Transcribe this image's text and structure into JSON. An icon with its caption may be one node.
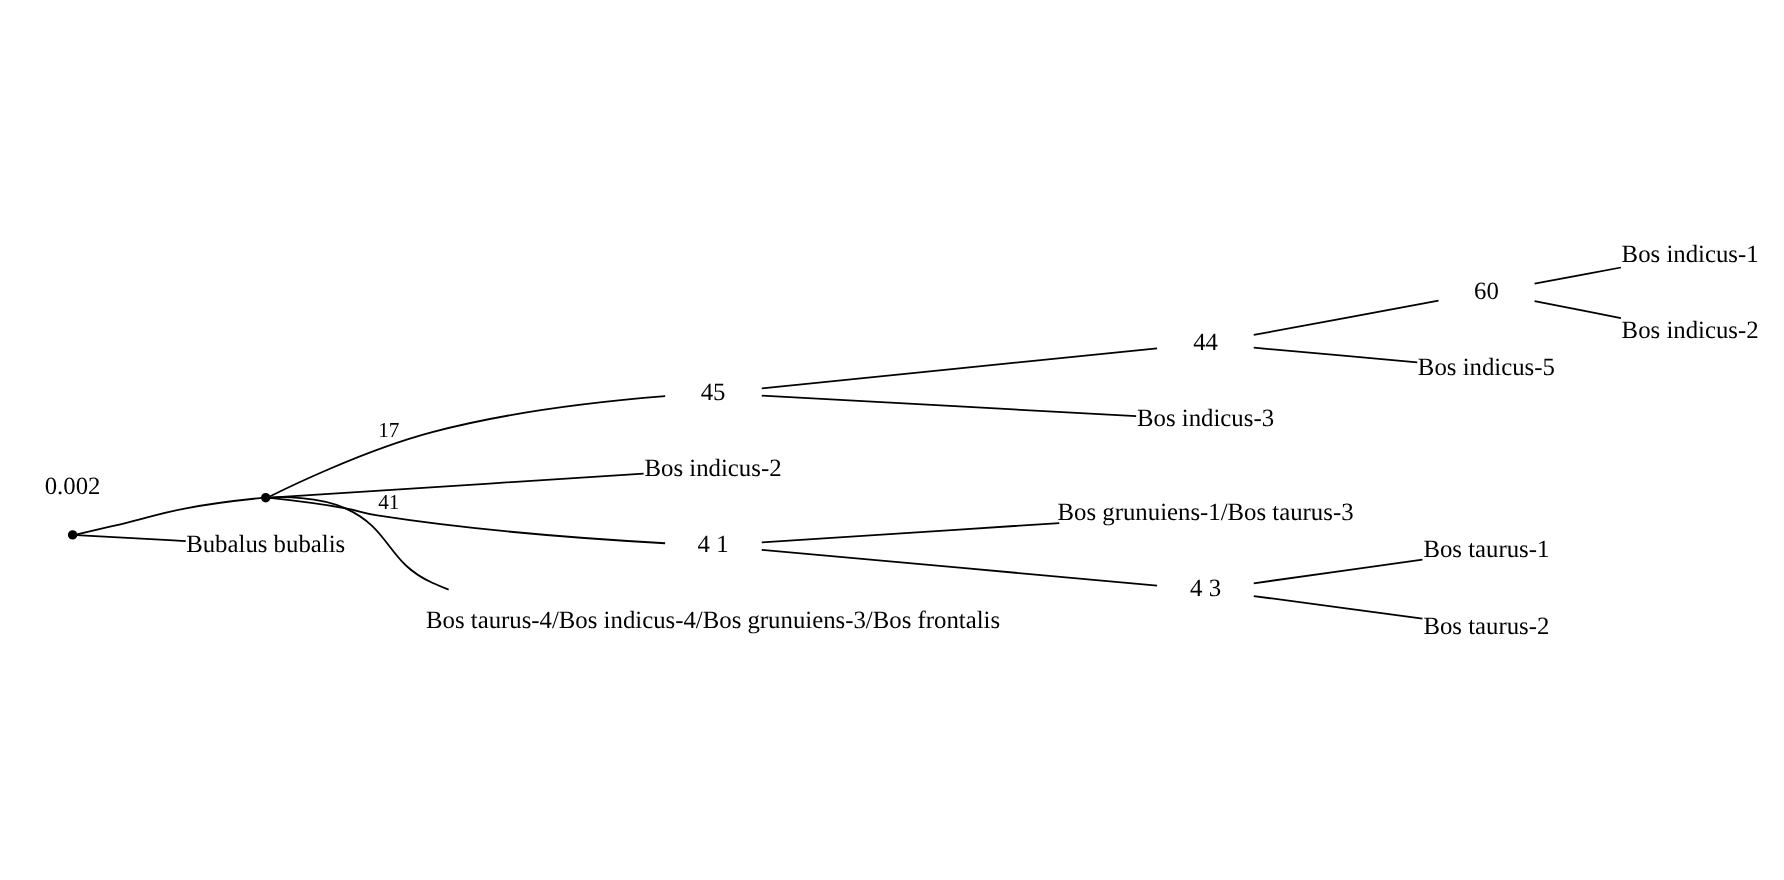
{
  "diagram": {
    "nodes": [
      {
        "text": [
          "60"
        ]
      },
      {
        "text": [
          "Bos indicus-1"
        ]
      },
      {
        "text": [
          "Bos indicus-2"
        ]
      },
      {
        "text": [
          "44"
        ]
      },
      {
        "text": [
          "Bos indicus-5"
        ]
      },
      {
        "text": [
          "45"
        ]
      },
      {
        "text": [
          "Bos indicus-3"
        ]
      },
      {
        "text": [],
        "shape": "point"
      },
      {
        "text": [
          "Bos indicus-2"
        ]
      },
      {
        "text": [
          "4 1"
        ]
      },
      {
        "text": [
          "Bos grunuiens-1/Bos taurus-3"
        ]
      },
      {
        "text": [
          "4 3"
        ]
      },
      {
        "text": [
          "Bos taurus-1"
        ]
      },
      {
        "text": [
          "Bos taurus-2"
        ]
      },
      {
        "text": [
          "Bos taurus-4/Bos indicus-4/Bos grunuiens-3/Bos frontalis"
        ]
      },
      {
        "text": [],
        "shape": "point"
      },
      {
        "text": [
          "Bubalus bubalis"
        ]
      }
    ],
    "edges": [
      {
        "from": 15,
        "to": 7,
        "arrow": "none"
      },
      {
        "from": 15,
        "to": 16,
        "arrow": "none"
      },
      {
        "from": 7,
        "to": 5,
        "arrow": "none",
        "label": "17"
      },
      {
        "from": 7,
        "to": 8,
        "arrow": "none"
      },
      {
        "from": 7,
        "to": 9,
        "arrow": "none",
        "label": "41"
      },
      {
        "from": 7,
        "to": 14,
        "arrow": "none"
      },
      {
        "from": 5,
        "to": 3,
        "arrow": "none"
      },
      {
        "from": 5,
        "to": 6,
        "arrow": "none"
      },
      {
        "from": 3,
        "to": 0,
        "arrow": "none"
      },
      {
        "from": 3,
        "to": 4,
        "arrow": "none"
      },
      {
        "from": 0,
        "to": 1,
        "arrow": "none"
      },
      {
        "from": 0,
        "to": 2,
        "arrow": "none"
      },
      {
        "from": 9,
        "to": 10,
        "arrow": "none"
      },
      {
        "from": 9,
        "to": 11,
        "arrow": "none"
      },
      {
        "from": 11,
        "to": 12,
        "arrow": "none"
      },
      {
        "from": 11,
        "to": 13,
        "arrow": "none"
      }
    ],
    "labels": [
      "0.002"
    ]
  }
}
